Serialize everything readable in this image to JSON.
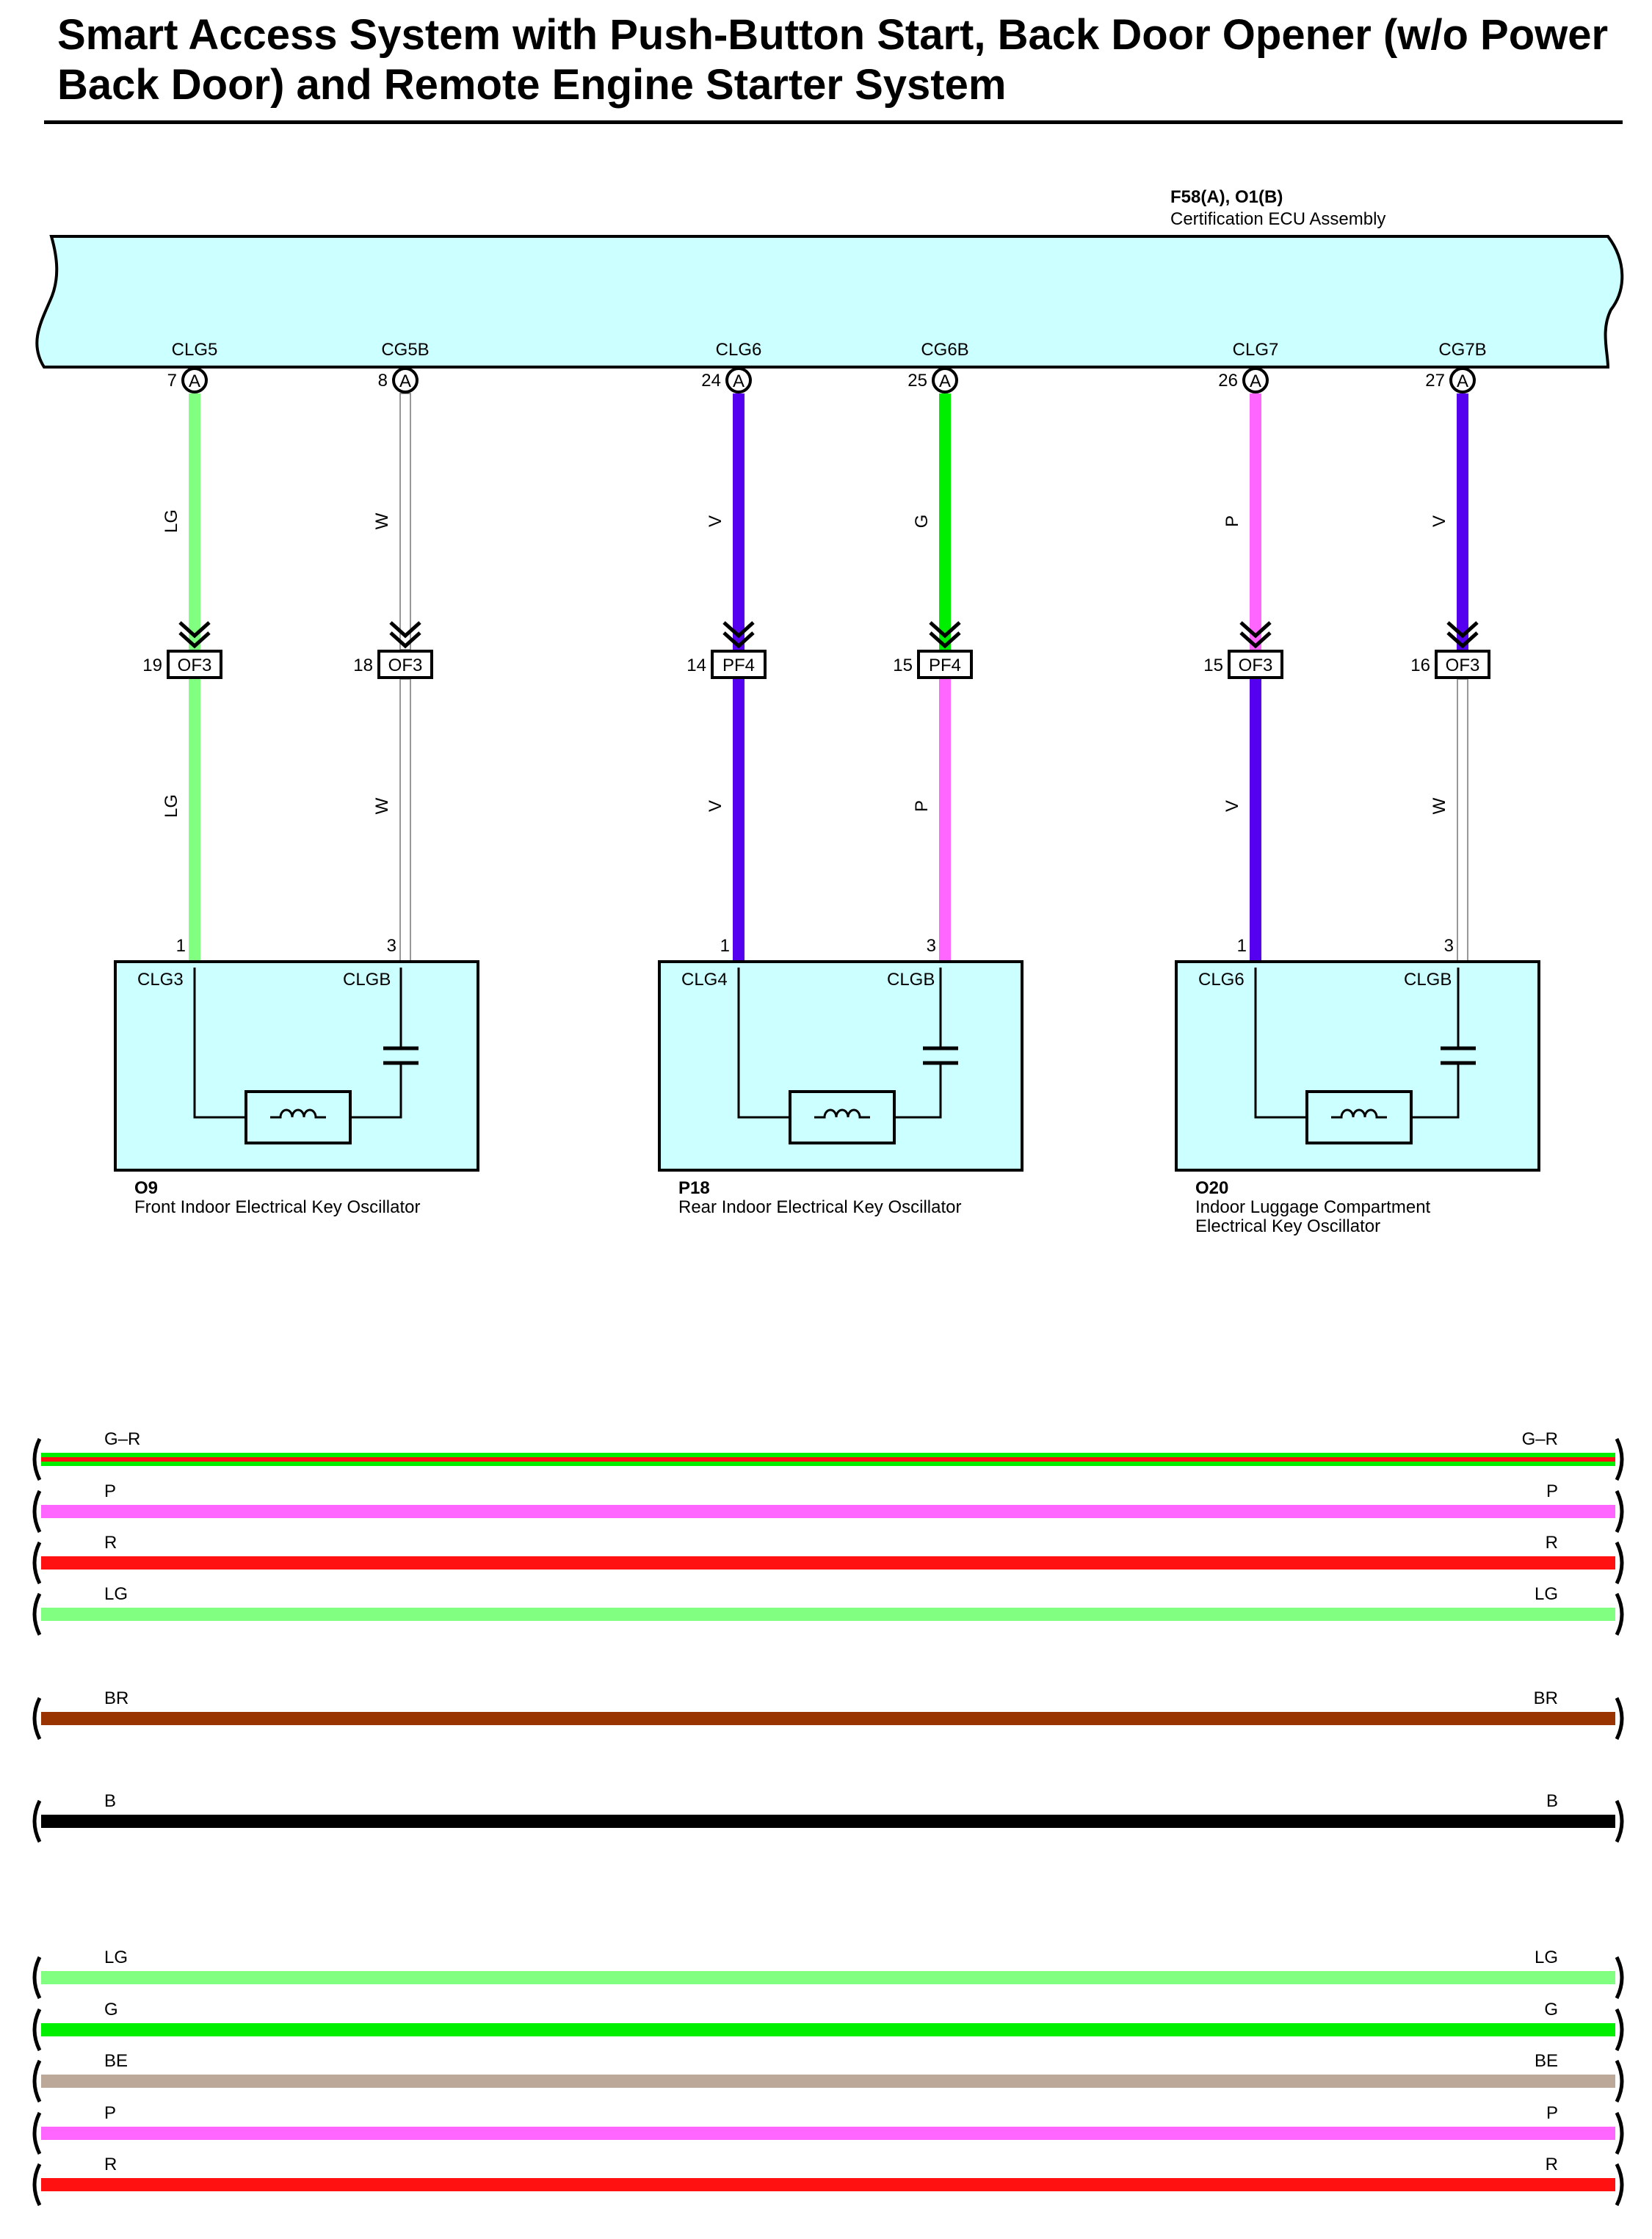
{
  "title": "Smart Access System with Push-Button Start, Back Door Opener (w/o Power Back Door) and Remote Engine Starter System",
  "ecu": {
    "code": "F58(A), O1(B)",
    "name": "Certification ECU Assembly",
    "fill_color": "#ccffff"
  },
  "ecu_terminals": [
    {
      "label": "CLG5",
      "pin": "7",
      "connector": "A"
    },
    {
      "label": "CG5B",
      "pin": "8",
      "connector": "A"
    },
    {
      "label": "CLG6",
      "pin": "24",
      "connector": "A"
    },
    {
      "label": "CG6B",
      "pin": "25",
      "connector": "A"
    },
    {
      "label": "CLG7",
      "pin": "26",
      "connector": "A"
    },
    {
      "label": "CG7B",
      "pin": "27",
      "connector": "A"
    }
  ],
  "wires_upper": [
    {
      "code": "LG",
      "color": "#80ff80"
    },
    {
      "code": "W",
      "color": "#ffffff"
    },
    {
      "code": "V",
      "color": "#5500ee"
    },
    {
      "code": "G",
      "color": "#00ee00"
    },
    {
      "code": "P",
      "color": "#ff66ff"
    },
    {
      "code": "V",
      "color": "#5500ee"
    }
  ],
  "junctions": [
    {
      "pin": "19",
      "label": "OF3"
    },
    {
      "pin": "18",
      "label": "OF3"
    },
    {
      "pin": "14",
      "label": "PF4"
    },
    {
      "pin": "15",
      "label": "PF4"
    },
    {
      "pin": "15",
      "label": "OF3"
    },
    {
      "pin": "16",
      "label": "OF3"
    }
  ],
  "wires_lower": [
    {
      "code": "LG",
      "color": "#80ff80"
    },
    {
      "code": "W",
      "color": "#ffffff"
    },
    {
      "code": "V",
      "color": "#5500ee"
    },
    {
      "code": "P",
      "color": "#ff66ff"
    },
    {
      "code": "V",
      "color": "#5500ee"
    },
    {
      "code": "W",
      "color": "#ffffff"
    }
  ],
  "oscillators": [
    {
      "code": "O9",
      "name_lines": [
        "Front Indoor Electrical Key Oscillator"
      ],
      "left_terminal": "CLG3",
      "right_terminal": "CLGB",
      "left_pin": "1",
      "right_pin": "3"
    },
    {
      "code": "P18",
      "name_lines": [
        "Rear Indoor Electrical Key Oscillator"
      ],
      "left_terminal": "CLG4",
      "right_terminal": "CLGB",
      "left_pin": "1",
      "right_pin": "3"
    },
    {
      "code": "O20",
      "name_lines": [
        "Indoor Luggage Compartment",
        "Electrical Key Oscillator"
      ],
      "left_terminal": "CLG6",
      "right_terminal": "CLGB",
      "left_pin": "1",
      "right_pin": "3"
    }
  ],
  "legend_groups": [
    [
      {
        "code": "G–R",
        "color": "#00ee00",
        "stripe": "#ff1111"
      },
      {
        "code": "P",
        "color": "#ff66ff"
      },
      {
        "code": "R",
        "color": "#ff1111"
      },
      {
        "code": "LG",
        "color": "#80ff80"
      }
    ],
    [
      {
        "code": "BR",
        "color": "#993300"
      }
    ],
    [
      {
        "code": "B",
        "color": "#000000"
      }
    ],
    [
      {
        "code": "LG",
        "color": "#80ff80"
      },
      {
        "code": "G",
        "color": "#00ee00"
      },
      {
        "code": "BE",
        "color": "#bba898"
      },
      {
        "code": "P",
        "color": "#ff66ff"
      },
      {
        "code": "R",
        "color": "#ff1111"
      }
    ]
  ]
}
